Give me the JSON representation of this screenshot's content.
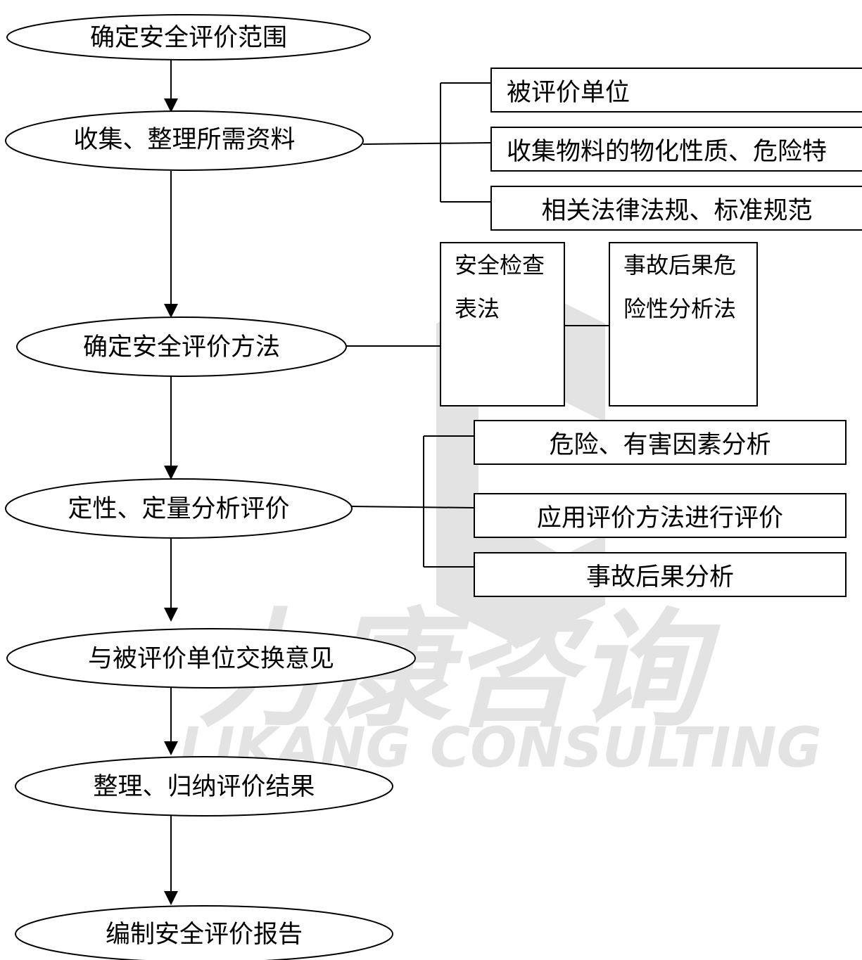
{
  "flow": {
    "step1": "确定安全评价范围",
    "step2": "收集、整理所需资料",
    "step3": "确定安全评价方法",
    "step4": "定性、定量分析评价",
    "step5": "与被评价单位交换意见",
    "step6": "整理、归纳评价结果",
    "step7": "编制安全评价报告"
  },
  "materials": {
    "item1": "被评价单位",
    "item2": "收集物料的物化性质、危险特",
    "item3": "相关法律法规、标准规范"
  },
  "methods": {
    "m1_line1": "安全检查",
    "m1_line2": "表法",
    "m2_line1": "事故后果危",
    "m2_line2": "险性分析法"
  },
  "analysis": {
    "a1": "危险、有害因素分析",
    "a2": "应用评价方法进行评价",
    "a3": "事故后果分析"
  },
  "watermark": {
    "cn": "力康咨询",
    "en": "LIKANG CONSULTING",
    "color": "#e3e3e3"
  }
}
